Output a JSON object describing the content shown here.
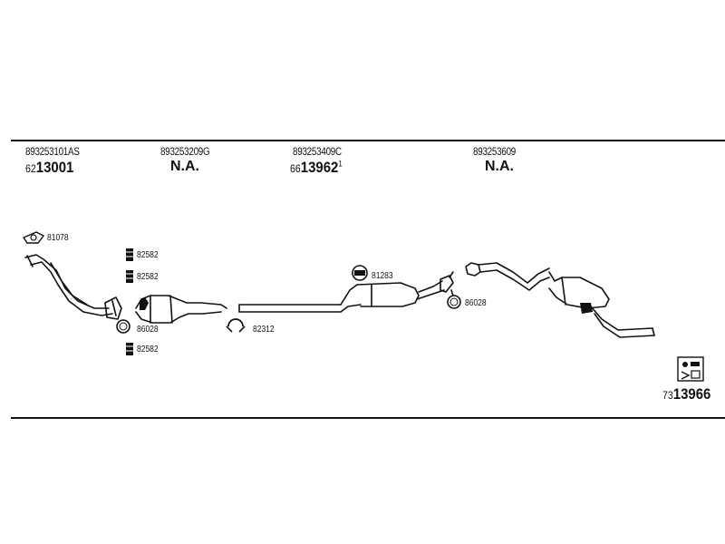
{
  "header_parts": [
    {
      "oem": "893253101AS",
      "prefix": "62",
      "number": "13001",
      "suffix": ""
    },
    {
      "oem": "893253209G",
      "na": "N.A."
    },
    {
      "oem": "893253409C",
      "prefix": "66",
      "number": "13962",
      "suffix": "1"
    },
    {
      "oem": "893253609",
      "na": "N.A."
    }
  ],
  "labels": {
    "l81078": "81078",
    "l82582a": "82582",
    "l82582b": "82582",
    "l86028a": "86028",
    "l82582c": "82582",
    "l82312": "82312",
    "l81283": "81283",
    "l86028b": "86028"
  },
  "kit": {
    "prefix": "73",
    "number": "13966"
  }
}
